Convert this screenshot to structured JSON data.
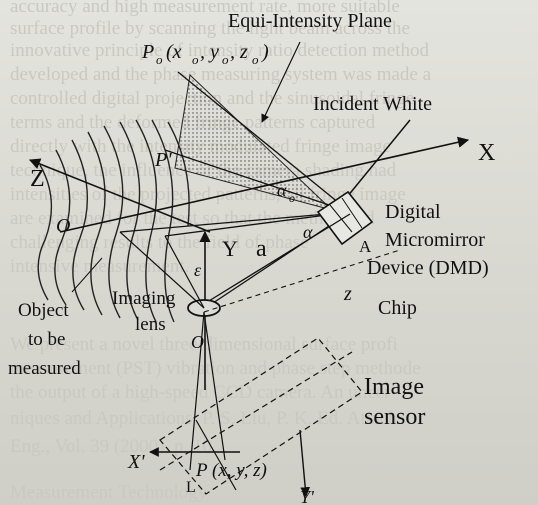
{
  "figure": {
    "labels": {
      "equi_intensity_plane": "Equi-Intensity Plane",
      "po": "P",
      "po_sub": "o",
      "po_coords": "(x",
      "po_x_sub": "o",
      "po_y": ", y",
      "po_y_sub": "o",
      "po_z": ", z",
      "po_z_sub": "o",
      "po_close": ")",
      "incident_white": "Incident White",
      "x_axis": "X",
      "z_axis": "Z",
      "p_prime": "P'",
      "alpha_o": "α",
      "alpha_o_sub": "o",
      "alpha": "α",
      "origin_top": "O",
      "dmd_line1": "Digital",
      "dmd_line2": "Micromirror",
      "dmd_line3": "Device (DMD)",
      "chip": "Chip",
      "point_a_upper": "A",
      "y_axis": "Y",
      "a_label": "a",
      "epsilon": "ε",
      "z_prime": "z",
      "object_line1": "Object",
      "object_line2": "to be",
      "object_line3": "measured",
      "imaging_line1": "Imaging",
      "imaging_line2": "lens",
      "origin_lens": "O",
      "image_sensor_line1": "Image",
      "image_sensor_line2": "sensor",
      "x_prime": "X'",
      "y_prime": "Y'",
      "l_label": "L",
      "p_point": "P (x, y, z)"
    }
  },
  "background_text": [
    "accuracy and high measurement rate, more suitable",
    "surface profile by scanning the light beam across the",
    "innovative principle of intensity ratio detection method",
    "developed and the phase measuring system was made a",
    "controlled digital projection and the sinusoidal fringe",
    "terms and the deformed fringe patterns captured",
    "directly with the intensity modulated fringe image",
    "technique, the influence of the camera shading had",
    "intensities of the projected patterns, all fringe image",
    "are examined for the test so that the method had",
    "challenging results to the field of phase",
    "intensive measurement.",
    "We present a novel three-dimensional surface profi",
    "measurement (PST) vibration and phase step methode",
    "the output of a high-speed CCD camera. An uncer",
    "niques and Applications, P. S. Liu, P. K. Ed. Attach",
    "Eng., Vol. 39 (2000), p. 10.",
    "Measurement Technology"
  ]
}
